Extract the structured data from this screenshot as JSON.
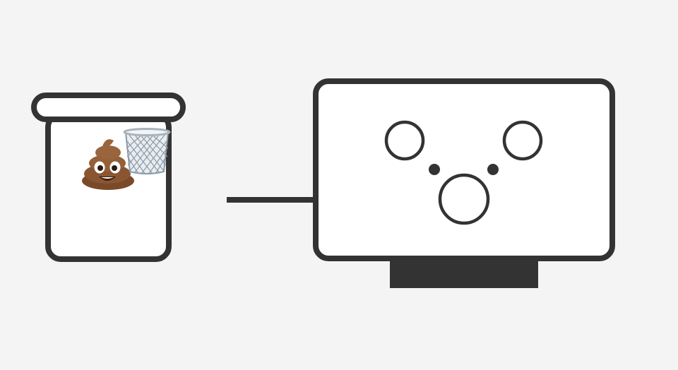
{
  "diagram": {
    "colors": {
      "background": "#f4f4f4",
      "stroke": "#333333",
      "fill": "#ffffff",
      "poop_body": "#8a5632",
      "poop_dark": "#6a3d1f",
      "basket_rim": "#a9b3bd",
      "basket_mesh": "#8d99a5"
    },
    "left_object": {
      "type": "container-with-lid",
      "contents": [
        "poop-emoji-icon",
        "wastebasket-icon"
      ]
    },
    "connector": {
      "type": "arrow",
      "direction": "right"
    },
    "right_object": {
      "type": "monitor-with-face",
      "expression": "surprised"
    }
  }
}
